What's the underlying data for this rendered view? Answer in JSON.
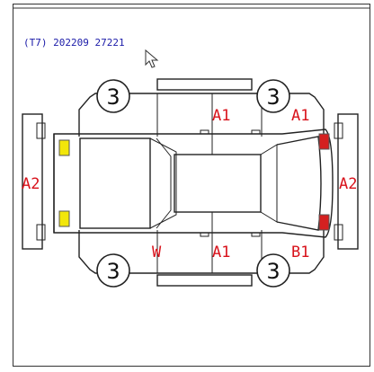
{
  "header": {
    "code": "(T7) 202209 27221"
  },
  "wheels": {
    "front_left": "3",
    "front_right": "3",
    "rear_left": "3",
    "rear_right": "3"
  },
  "damage": {
    "left_rear_bumper": "A2",
    "right_front_bumper": "A2",
    "top_door": "A1",
    "top_front_fender": "A1",
    "bottom_door": "A1",
    "bottom_rear_fender": "W",
    "bottom_front_fender": "B1"
  },
  "marker_colors": {
    "rear_lamps": "#f2e60a",
    "front_lamps": "#d42020"
  }
}
